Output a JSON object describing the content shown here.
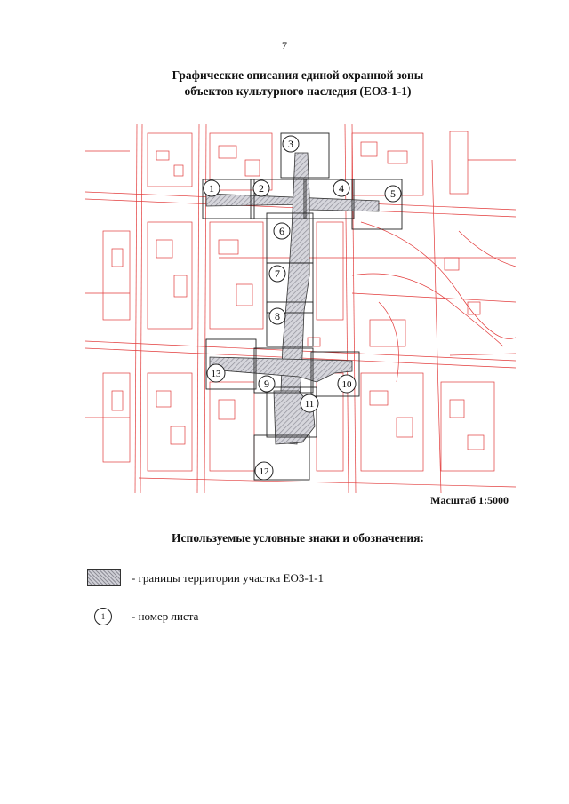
{
  "page": {
    "number": "7",
    "title_line1": "Графические описания единой охранной зоны",
    "title_line2": "объектов культурного наследия (ЕОЗ-1-1)",
    "scale": "Масштаб 1:5000",
    "legend_title": "Используемые условные знаки и обозначения:"
  },
  "legend": [
    {
      "text": "-  границы территории участка ЕОЗ-1-1",
      "symbol": "hatched-rectangle"
    },
    {
      "text": "-  номер листа",
      "symbol_label": "1"
    }
  ],
  "map": {
    "sheet_labels": [
      "1",
      "2",
      "3",
      "4",
      "5",
      "6",
      "7",
      "8",
      "9",
      "10",
      "11",
      "12",
      "13"
    ],
    "colors": {
      "base_lines": "#e23a3a",
      "frames": "#222222",
      "hatch": "#8f8f98"
    }
  }
}
